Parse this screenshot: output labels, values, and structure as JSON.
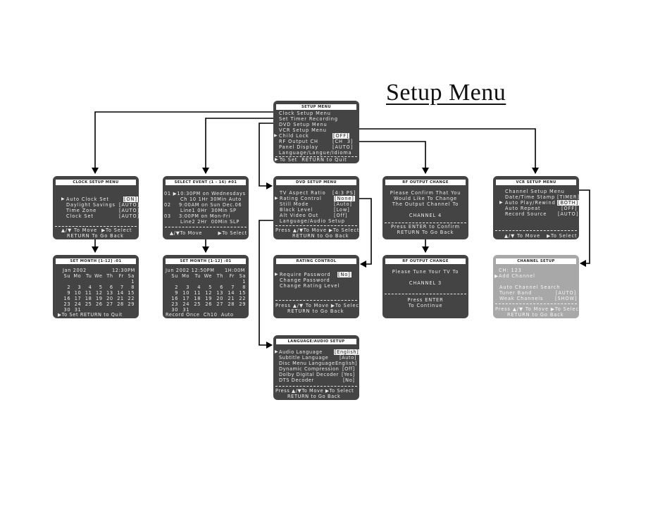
{
  "page_title": "Setup Menu",
  "colors": {
    "screen_bg": "#444444",
    "screen_disabled_bg": "#a8a8a8",
    "screen_text": "#ececec",
    "connector": "#000000"
  },
  "setup_menu": {
    "title": "SETUP MENU",
    "items": [
      {
        "label": "Clock Setup Menu",
        "value": ""
      },
      {
        "label": "Set Timer Recording",
        "value": ""
      },
      {
        "label": "DVD Setup Menu",
        "value": ""
      },
      {
        "label": "VCR Setup Menu",
        "value": ""
      },
      {
        "label": "Child Lock",
        "value": "[OFF]"
      },
      {
        "label": "RF Output CH",
        "value": "[CH  3]"
      },
      {
        "label": "Panel Display",
        "value": "[AUTO]"
      },
      {
        "label": "Language/Langue/Idioma",
        "value": ""
      }
    ],
    "footer": [
      "To Set  RETURN to Quit"
    ]
  },
  "clock_setup": {
    "title": "CLOCK SETUP MENU",
    "items": [
      {
        "label": "Auto Clock Set",
        "value": "[ON]"
      },
      {
        "label": "Daylight Savings",
        "value": "[AUTO]"
      },
      {
        "label": "Time Zone",
        "value": "[AUTO]"
      },
      {
        "label": "Clock Set",
        "value": "[AUTO]"
      }
    ],
    "footer": [
      "▲/▼ To Move  ▶To Select",
      "RETURN To Go Back"
    ]
  },
  "select_event": {
    "title": "SELECT EVENT  (1 - 16)  #01",
    "lines": [
      "01 ▶10:30PM on Wednesdays",
      "Ch 10 1Hr 30Min Auto",
      "02    9:00AM on Sun Dec.06",
      "Line1 0Hr  30Min SP",
      "03    3:00PM on Mon-Fri",
      "Line2 2Hr  00Min SLP"
    ],
    "footer": [
      "▲/▼To Move        ▶To Select"
    ]
  },
  "dvd_setup": {
    "title": "DVD SETUP MENU",
    "items": [
      {
        "label": "TV Aspect Ratio",
        "value": "[4:3 PS]"
      },
      {
        "label": "Rating Control",
        "value": "[None]"
      },
      {
        "label": "Still Mode",
        "value": "[Auto]"
      },
      {
        "label": "Black Level",
        "value": "[Low]"
      },
      {
        "label": "Alt Video Out",
        "value": "[Off]"
      },
      {
        "label": "Language/Audio Setup",
        "value": ""
      }
    ],
    "footer": [
      "Press ▲/▼To Move ▶To Select",
      "RETURN to Go Back"
    ]
  },
  "rf_output_change_1": {
    "title": "RF OUTPUT CHANGE",
    "lines": [
      "Please Confirm That You",
      "Would Like To Change",
      "The Output Channel To",
      "",
      "CHANNEL 4"
    ],
    "footer": [
      "Press ENTER to Confirm",
      "RETURN To Go Back"
    ]
  },
  "vcr_setup": {
    "title": "VCR SETUP MENU",
    "items": [
      {
        "label": "Channel Setup Menu",
        "value": ""
      },
      {
        "label": "Date/Time Stamp",
        "value": "[TIMER]"
      },
      {
        "label": "Auto Play/Rewind",
        "value": "[BOTH]"
      },
      {
        "label": "Auto Repeat",
        "value": "[OFF]"
      },
      {
        "label": "Record Source",
        "value": "[AUTO]"
      }
    ],
    "footer": [
      "▲/▼ To Move   ▶To Select"
    ]
  },
  "set_month_1": {
    "title": "SET MONTH     [1-12]        :01",
    "header_left": "Jan 2002",
    "header_right": "12:30PM",
    "weekdays": [
      "Su",
      "Mo",
      "Tu",
      "We",
      "Th",
      "Fr",
      "Sa"
    ],
    "days": [
      "",
      "",
      "",
      "",
      "",
      "",
      "1",
      "2",
      "3",
      "4",
      "5",
      "6",
      "7",
      "8",
      "9",
      "10",
      "11",
      "12",
      "13",
      "14",
      "15",
      "16",
      "17",
      "18",
      "19",
      "20",
      "21",
      "22",
      "23",
      "24",
      "25",
      "26",
      "27",
      "28",
      "29",
      "30",
      "31"
    ],
    "footer": "▶To Set RETURN to Quit"
  },
  "set_month_2": {
    "title": "SET MONTH  [1-12]  :01",
    "header_left": "Jun 2002 12:50PM",
    "header_right": "1H:00M",
    "weekdays": [
      "Su",
      "Mo",
      "Tu",
      "We",
      "Th",
      "Fr",
      "Sa"
    ],
    "days": [
      "",
      "",
      "",
      "",
      "",
      "",
      "1",
      "2",
      "3",
      "4",
      "5",
      "6",
      "7",
      "8",
      "9",
      "10",
      "11",
      "12",
      "13",
      "14",
      "15",
      "16",
      "17",
      "18",
      "19",
      "20",
      "21",
      "22",
      "23",
      "24",
      "25",
      "26",
      "27",
      "28",
      "29",
      "30",
      "31"
    ],
    "footer": "Record Once  Ch10  Auto"
  },
  "rating_control": {
    "title": "RATING CONTROL",
    "items": [
      {
        "label": "Require Password",
        "value": "[No]"
      },
      {
        "label": "Change Password",
        "value": ""
      },
      {
        "label": "Change Rating Level",
        "value": ""
      }
    ],
    "footer": [
      "Press ▲/▼ To Move ▶To Select",
      "RETURN to Go Back"
    ]
  },
  "rf_output_change_2": {
    "title": "RF OUTPUT CHANGE",
    "lines": [
      "Please Tune Your TV To",
      "",
      "CHANNEL 3"
    ],
    "footer": [
      "Press ENTER",
      "To Continue"
    ]
  },
  "channel_setup": {
    "title": "CHANNEL SETUP",
    "lines": [
      "CH: 123",
      "▶Add Channel"
    ],
    "items": [
      {
        "label": "Auto Channel Search",
        "value": ""
      },
      {
        "label": "Tuner Band",
        "value": "[AUTO]"
      },
      {
        "label": "Weak Channels",
        "value": "[SHOW]"
      }
    ],
    "footer": [
      "Press ▲/▼ To Move ▶To Select",
      "RETURN to Go Back"
    ]
  },
  "language_audio": {
    "title": "LANGUAGE/AUDIO SETUP",
    "items": [
      {
        "label": "Audio Language",
        "value": "[English]"
      },
      {
        "label": "Subtitle Language",
        "value": "[Auto]"
      },
      {
        "label": "Disc Menu Language",
        "value": "English]"
      },
      {
        "label": "Dynamic Compression",
        "value": "[Off]"
      },
      {
        "label": "Dolby Digital Decoder",
        "value": "[Yes]"
      },
      {
        "label": "DTS Decoder",
        "value": "[No]"
      }
    ],
    "footer": [
      "Press ▲/▼To Move ▶To Select",
      "RETURN to Go Back"
    ]
  }
}
